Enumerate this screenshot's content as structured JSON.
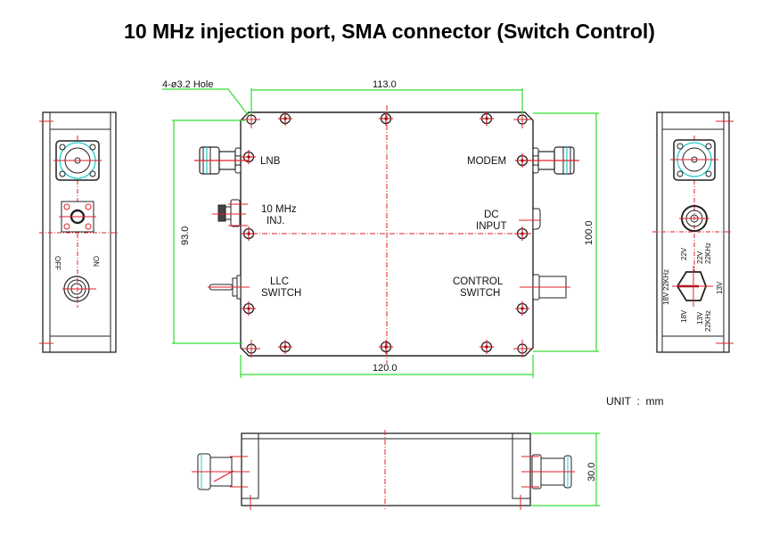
{
  "title": "10 MHz injection port, SMA connector (Switch Control)",
  "unit_label": "UNIT  :  mm",
  "colors": {
    "outline": "#222222",
    "centerline": "#e0202a",
    "dimension": "#33dd33",
    "connector_accent": "#22cccc"
  },
  "top_view": {
    "hole_note": "4-ø3.2 Hole",
    "dimensions": {
      "hole_spacing_width": "113.0",
      "overall_width": "120.0",
      "hole_spacing_depth": "93.0",
      "overall_depth": "100.0"
    },
    "left_ports": [
      {
        "label_lines": [
          "LNB"
        ]
      },
      {
        "label_lines": [
          "10 MHz",
          "INJ."
        ]
      },
      {
        "label_lines": [
          "LLC",
          "SWITCH"
        ]
      }
    ],
    "right_ports": [
      {
        "label_lines": [
          "MODEM"
        ]
      },
      {
        "label_lines": [
          "DC",
          "INPUT"
        ]
      },
      {
        "label_lines": [
          "CONTROL",
          "SWITCH"
        ]
      }
    ]
  },
  "left_end_view": {
    "switch_labels": {
      "off": "OFF",
      "on": "ON"
    }
  },
  "right_end_view": {
    "selector_labels": {
      "top_left": "22V",
      "top_right_1": "22V",
      "top_right_2": "22KHz",
      "left_1": "18V",
      "left_2": "22KHz",
      "right": "13V",
      "bottom_left": "18V",
      "bottom_right_1": "13V",
      "bottom_right_2": "22KHz"
    }
  },
  "side_view": {
    "dimensions": {
      "height": "30.0"
    }
  }
}
